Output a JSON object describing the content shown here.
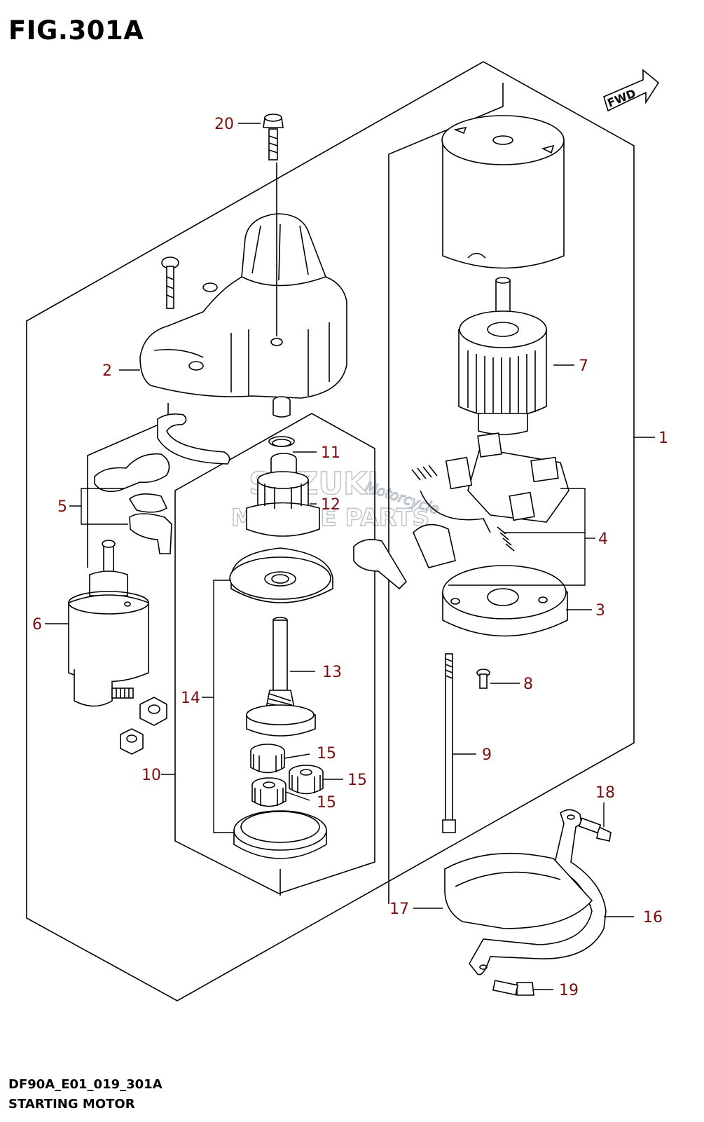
{
  "figure": {
    "title": "FIG.301A",
    "code": "DF90A_E01_019_301A",
    "subtitle": "STARTING MOTOR",
    "fwd_label": "FWD"
  },
  "watermark": {
    "line1": "SUZUKI",
    "line2": "MARINE PARTS",
    "line3": "Motorcycle"
  },
  "callouts": {
    "p1": "1",
    "p2": "2",
    "p3": "3",
    "p4": "4",
    "p5": "5",
    "p6": "6",
    "p7": "7",
    "p8": "8",
    "p9": "9",
    "p10": "10",
    "p11": "11",
    "p12": "12",
    "p13": "13",
    "p14": "14",
    "p15a": "15",
    "p15b": "15",
    "p15c": "15",
    "p16": "16",
    "p17": "17",
    "p18": "18",
    "p19": "19",
    "p20": "20"
  },
  "colors": {
    "callout": "#7a0e0e",
    "line": "#000000",
    "watermark": "#b8c0c8"
  }
}
